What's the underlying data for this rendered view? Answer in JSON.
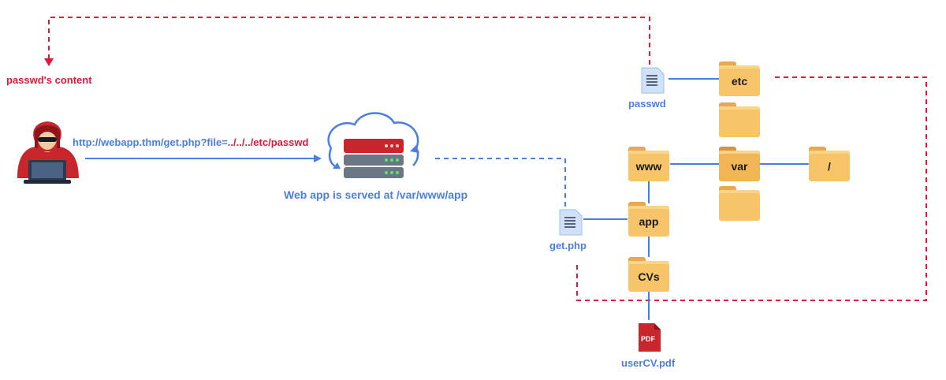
{
  "attacker": {
    "icon": "hooded-hacker-icon"
  },
  "request": {
    "url_prefix": "http://webapp.thm/get.php?file=",
    "payload": "../../../etc/passwd"
  },
  "server": {
    "icon": "cloud-server-icon",
    "caption": "Web app is served at /var/www/app"
  },
  "response": {
    "label": "passwd's content"
  },
  "files": {
    "passwd": "passwd",
    "get_php": "get.php",
    "user_cv": "userCV.pdf",
    "pdf_badge": "PDF"
  },
  "folders": {
    "etc": "etc",
    "var": "var",
    "root": "/",
    "www": "www",
    "app": "app",
    "cvs": "CVs"
  },
  "colors": {
    "blue": "#4a7fe0",
    "red": "#e0183c",
    "folder": "#f7c46a"
  }
}
